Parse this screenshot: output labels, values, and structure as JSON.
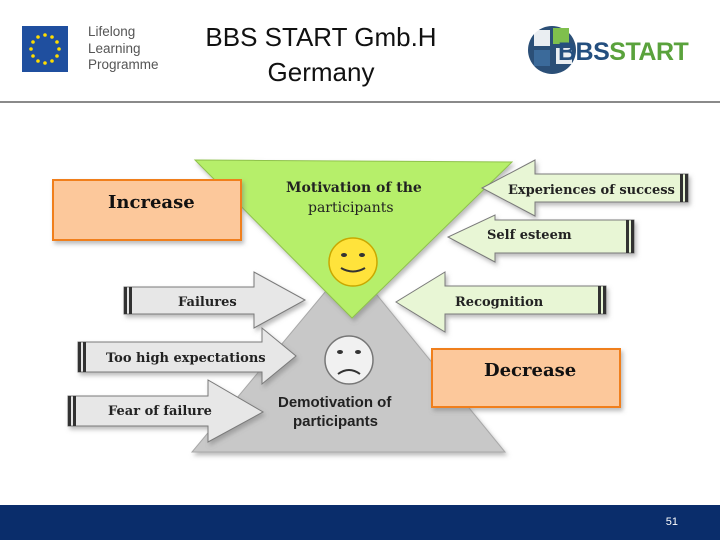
{
  "header": {
    "program_logo_lines": [
      "Lifelong",
      "Learning",
      "Programme"
    ],
    "title_line1": "BBS START Gmb.H",
    "title_line2": "Germany",
    "company_logo_part1": "BBS",
    "company_logo_part2": "START"
  },
  "diagram": {
    "upper_triangle_text": [
      "Motivation of the",
      "participants"
    ],
    "lower_triangle_text": [
      "Demotivation of",
      "participants"
    ],
    "increase_label": "Increase",
    "decrease_label": "Decrease",
    "right_arrows": [
      "Experiences of success",
      "Self esteem",
      "Recognition"
    ],
    "left_arrows": [
      "Failures",
      "Too high expectations",
      "Fear of failure"
    ],
    "colors": {
      "upper_triangle": "#b6ef6a",
      "lower_triangle": "#c8c8c8",
      "label_box": "#fcc89b",
      "label_border": "#f07f1d",
      "green_arrow": "#e8f6d5",
      "gray_arrow": "#e7e7e7"
    }
  },
  "footer": {
    "page_number": "51"
  }
}
